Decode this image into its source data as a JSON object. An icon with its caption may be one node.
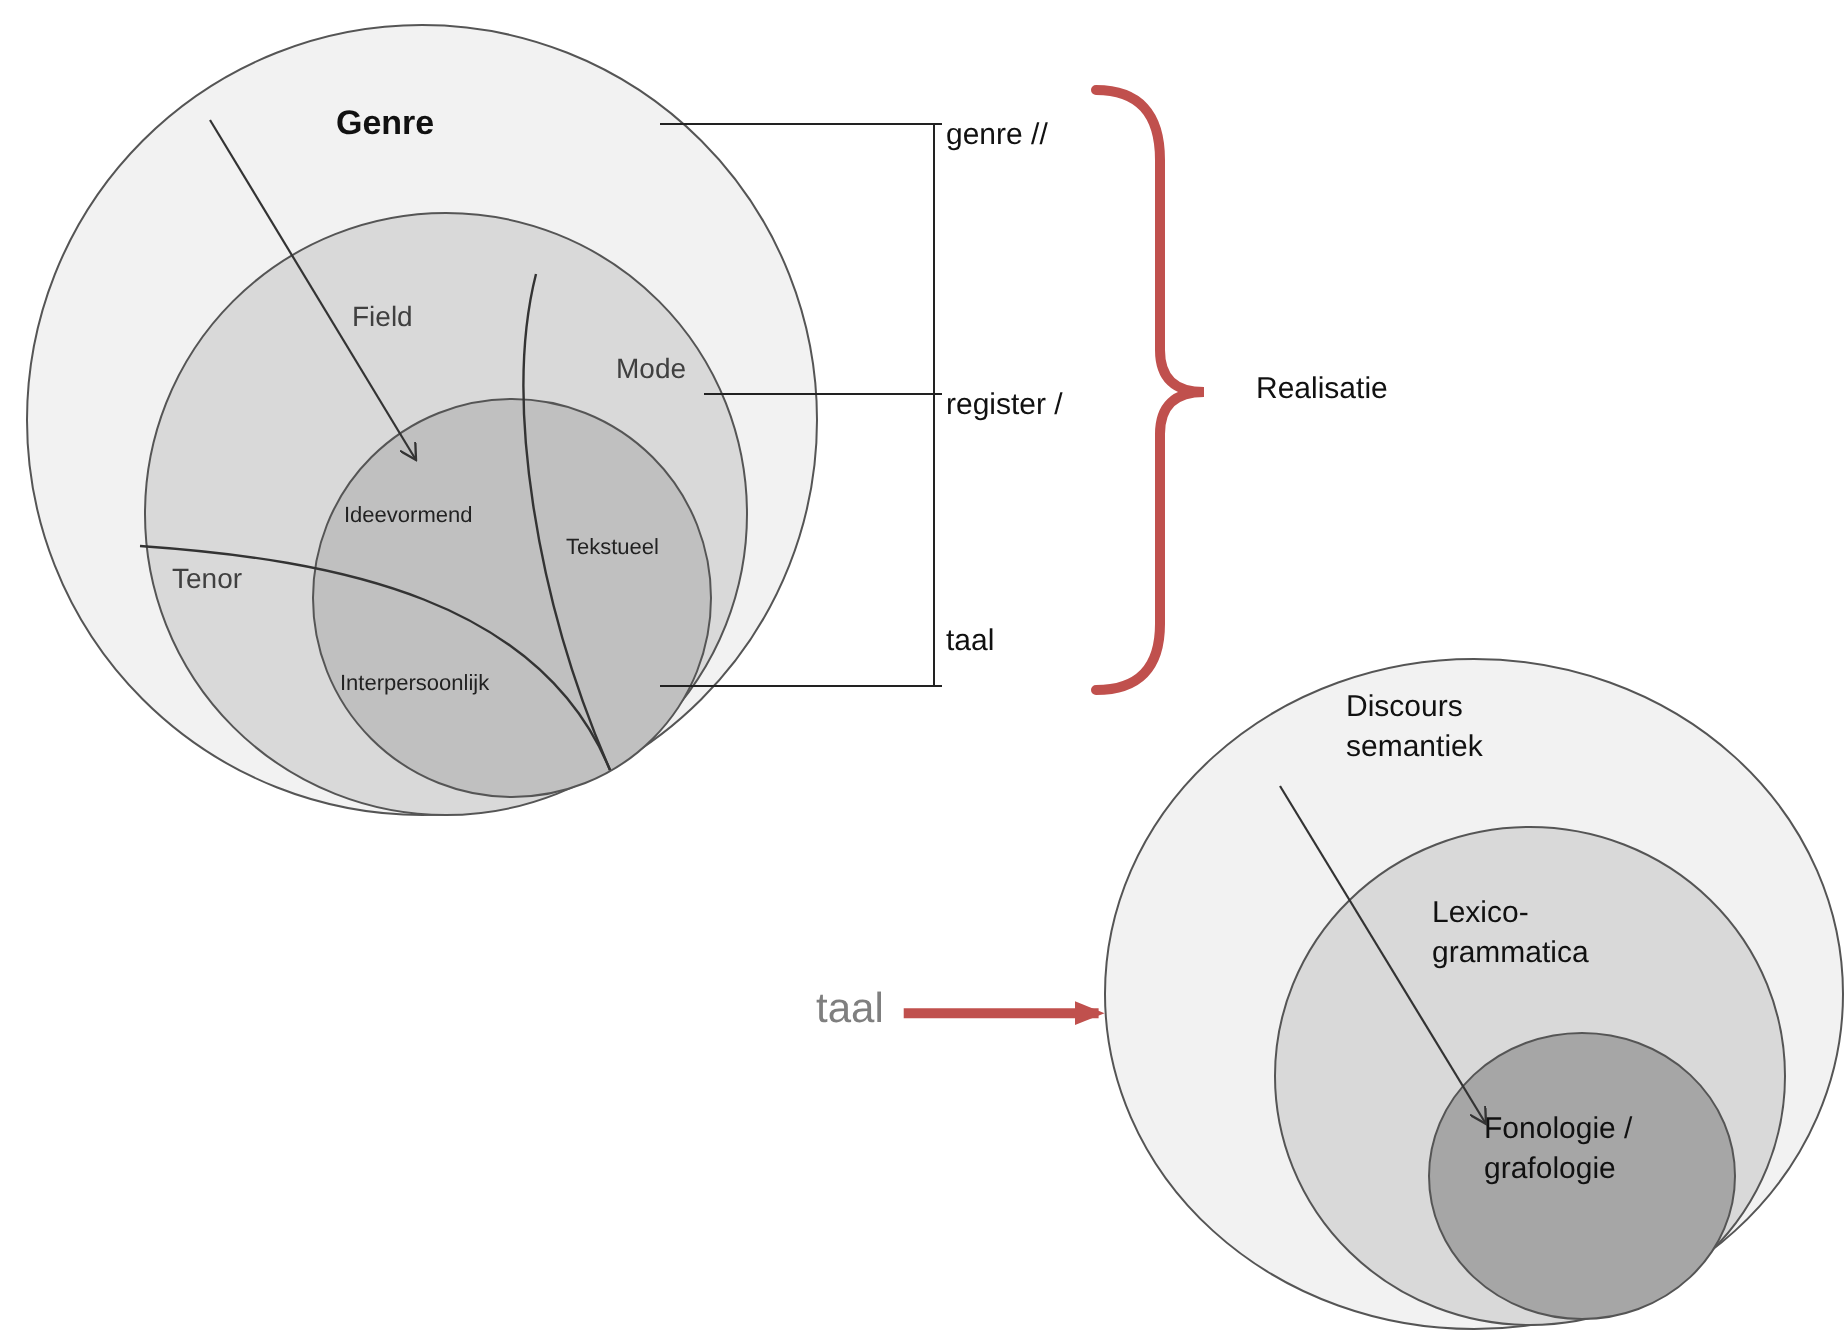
{
  "diagram": {
    "nodes": [
      {
        "text": [
          "Genre"
        ]
      },
      {
        "text": [
          "Field",
          "Mode",
          "Tenor"
        ],
        "in": 0
      },
      {
        "text": [
          "Ideevormend",
          "Tekstueel",
          "Interpersoonlijk"
        ],
        "in": 1
      },
      {
        "text": [
          "genre //"
        ]
      },
      {
        "text": [
          "register /"
        ]
      },
      {
        "text": [
          "taal"
        ]
      },
      {
        "text": [
          "Discours semantiek"
        ]
      },
      {
        "text": [
          "Lexico- grammatica"
        ],
        "in": 6
      },
      {
        "text": [
          "Fonologie / grafologie"
        ],
        "in": 7
      },
      {
        "text": [
          "taal"
        ]
      }
    ],
    "edges": [
      {
        "from": 3,
        "to": 0,
        "arrow": "none"
      },
      {
        "from": 4,
        "to": 1,
        "arrow": "none"
      },
      {
        "from": 5,
        "to": 2,
        "arrow": "none"
      },
      {
        "from": 9,
        "to": 6,
        "arrow": "to",
        "style": "thick",
        "color": "#c0504d"
      }
    ],
    "labels": [
      "Realisatie"
    ]
  }
}
